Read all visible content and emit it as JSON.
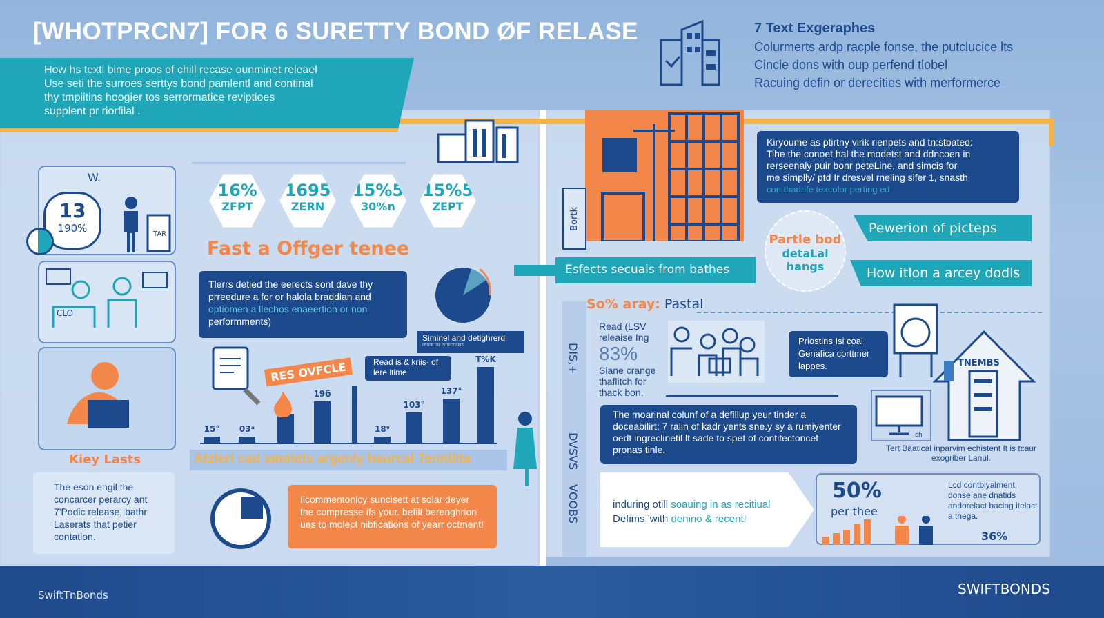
{
  "header": {
    "title": "[WHOTPRCN7] FOR 6 SURETTY BOND ØF RELASE",
    "banner_lines": [
      "How hs textl bime proos of chill recase ounminet releael",
      "Use seti the surroes serttys bond pamlentl and continal",
      "thy tmpiitins hoogier tos serrormatice reviptioes",
      "supplent pr riorfilal ."
    ],
    "right_heading": "7 Text Exgeraphes",
    "right_lines": [
      "Colurmerts ardp racple fonse, the putclucice lts",
      "Cincle dons with oup perfend tlobel",
      "Racuing defin or derecities with merformerce"
    ]
  },
  "left": {
    "gauge_number": "13",
    "gauge_percent": "190%",
    "gauge_label": "W.",
    "machine_label": "TAR",
    "clo_label": "CLO",
    "key_title": "Kiey Lasts",
    "key_text": "The eson engil the concarcer perarcy ant 7'Podic release, bathr Laserats that petier contation."
  },
  "stats": [
    {
      "value": "16%",
      "label": "ZFPT"
    },
    {
      "value": "1695",
      "label": "ZERN"
    },
    {
      "value": "15%5",
      "label": "30%n"
    },
    {
      "value": "15%5",
      "label": "ZEPT"
    }
  ],
  "middle": {
    "section_title": "Fast a Offger tenee",
    "dark_text": "Tlerrs detied the eerects sont dave thy prreedure a for or halola braddian and",
    "dark_text_highlight": "optiomen a llechos enaeertion or non",
    "dark_text_end": "performments)",
    "sub_box": "Siminel and detighrerd",
    "sub_box_small": "rearit tar tvmiccalits",
    "badge": "RES OVFCLE",
    "callout": "Read is & kriis- of lere ltime",
    "footer_bar": "Atzlerl cad amolets argenly haurcal Tennilita",
    "orange_bubble": "Iicommentonicy suncisett at solar deyer the compresse ifs your. befilt berenghrion ues to molect nibfications of yearr octment!"
  },
  "chart_data": {
    "type": "bar",
    "title": "",
    "categories": [
      "15°",
      "03ᵃ",
      "",
      "19б",
      "",
      "18⁶",
      "103°",
      "137°",
      "T%K"
    ],
    "values": [
      8,
      8,
      38,
      55,
      75,
      8,
      40,
      58,
      100
    ],
    "ylim": [
      0,
      100
    ]
  },
  "right": {
    "dark_text": [
      "Kiryoume as ptirthy virik rienpets and tn:stbated:",
      "Tihe the conoet hal the modetst and ddncoen in",
      "rerseenaly puir bonr peteLine, and simcis for",
      "me simplly/ ptd Ir dresvel rneling sifer 1, snasth"
    ],
    "dark_highlight": "con thadrife texcolor perting ed",
    "circle_title": "Partle bod",
    "circle_sub1": "detaLal",
    "circle_sub2": "hangs",
    "teal1": "Pewerion of picteps",
    "teal2": "How itlon a arcey dodls",
    "teal_left": "Esfects secuals from bathes",
    "vertical_top": "Bortk",
    "section_title_o": "So% aray:",
    "section_title_b": "Pastal",
    "read_text": [
      "Read (LSV",
      "releaise Ing"
    ],
    "read_big": "83%",
    "read_text2": [
      "Siane crange",
      "thaflitch for",
      "thack bon."
    ],
    "side_labels": [
      "DIS,+",
      "DVSVS",
      "ⱯOOBS"
    ],
    "prio_box": "Priostins Isi coal Genafica corttmer lappes.",
    "house_label": "TNEMBS",
    "monitor_label": "ch",
    "caption": "Tert Baatical inparvim echistent It is tcaur exogriber Lanul.",
    "main_box": "The moarinal colunf of a defillup yeur tinder a doceabilirt; 7 ralin of kadr yents sne.y sy a rumiyenter oedt ingreclinetil lt sade to spet of contitectoncef pronas tinle.",
    "white_1a": "induring otill ",
    "white_1b": "soauing in as recitiual",
    "white_2a": "Defims 'with ",
    "white_2b": "denino & recent!",
    "stat_big": "50%",
    "stat_sub": "per thee",
    "stat_text": "Lcd contbiyalment, donse ane dnatids andorelact bacing itelact a thega.",
    "stat_pct": "36%"
  },
  "footer": {
    "left": "SwiftTnBonds",
    "right": "SWIFTBONDS"
  },
  "colors": {
    "navy": "#1c4a8c",
    "teal": "#1fa6b9",
    "orange": "#f3874a",
    "yellow": "#f2b44a"
  }
}
